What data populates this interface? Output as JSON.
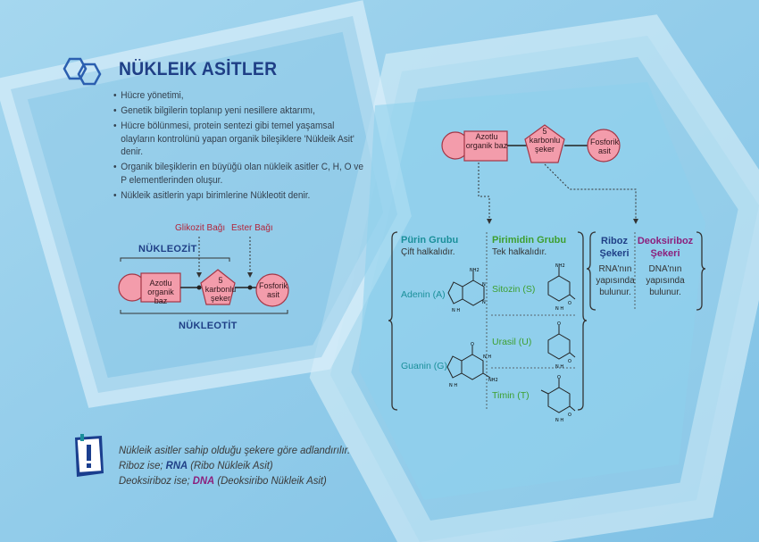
{
  "title": "NÜKLEIK ASİTLER",
  "bullets": [
    "Hücre yönetimi,",
    "Genetik bilgilerin toplanıp yeni nesillere aktarımı,",
    "Hücre bölünmesi, protein sentezi gibi temel yaşamsal olayların kontrolünü yapan organik bileşiklere 'Nükleik Asit' denir.",
    "Organik bileşiklerin en büyüğü olan nükleik asitler C, H, O ve P elementlerinden oluşur.",
    "Nükleik asitlerin yapı birimlerine Nükleotit denir."
  ],
  "left_diagram": {
    "glikozit": "Glikozit Bağı",
    "ester": "Ester Bağı",
    "nukleozit": "NÜKLEOZİT",
    "nukleotit": "NÜKLEOTİT",
    "base": "Azotlu organik baz",
    "sugar": "5 karbonlu şeker",
    "phosphate": "Fosforik asit"
  },
  "right_diagram": {
    "base": "Azotlu organik baz",
    "sugar": "5 karbonlu şeker",
    "phosphate": "Fosforik asit",
    "purine_title": "Pürin Grubu",
    "purine_sub": "Çift halkalıdır.",
    "pyrimidine_title": "Pirimidin Grubu",
    "pyrimidine_sub": "Tek halkalıdır.",
    "adenin": "Adenin (A)",
    "guanin": "Guanin (G)",
    "sitozin": "Sitozin (S)",
    "urasil": "Urasil (U)",
    "timin": "Timin (T)",
    "riboz_title": "Riboz Şekeri",
    "riboz_desc": "RNA'nın yapısında bulunur.",
    "deoks_title": "Deoksiriboz Şekeri",
    "deoks_desc": "DNA'nın yapısında bulunur."
  },
  "note": {
    "line1": "Nükleik asitler sahip olduğu şekere göre adlandırılır.",
    "line2_pre": "Riboz ise; ",
    "line2_rna": "RNA",
    "line2_paren": " (Ribo Nükleik Asit)",
    "line3_pre": "Deoksiriboz ise; ",
    "line3_dna": "DNA",
    "line3_paren": " (Deoksiribo Nükleik Asit)"
  },
  "colors": {
    "navy": "#1f3f86",
    "teal": "#1a8f9a",
    "green": "#3d9f2f",
    "purple": "#8c1f7c",
    "shape_fill": "#f39cab",
    "red_label": "#b2243a"
  }
}
